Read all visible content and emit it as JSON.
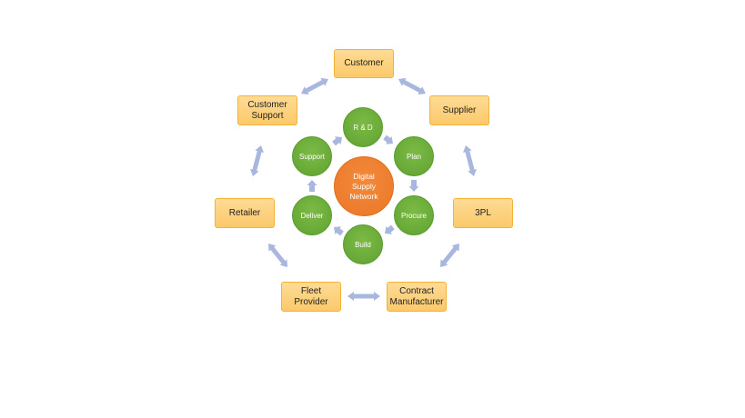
{
  "diagram": {
    "center": {
      "label": "Digital\nSupply\nNetwork",
      "color": "#ed7d31"
    },
    "inner_cycle": {
      "color": "#70ad47",
      "nodes": [
        {
          "id": "rnd",
          "label": "R & D"
        },
        {
          "id": "plan",
          "label": "Plan"
        },
        {
          "id": "procure",
          "label": "Procure"
        },
        {
          "id": "build",
          "label": "Build"
        },
        {
          "id": "deliver",
          "label": "Deliver"
        },
        {
          "id": "support",
          "label": "Support"
        }
      ],
      "flow": "clockwise"
    },
    "outer_ring": {
      "color": "#ffd27f",
      "nodes": [
        {
          "id": "customer",
          "label": "Customer"
        },
        {
          "id": "supplier",
          "label": "Supplier"
        },
        {
          "id": "3pl",
          "label": "3PL"
        },
        {
          "id": "contract-manufacturer",
          "label": "Contract\nManufacturer"
        },
        {
          "id": "fleet-provider",
          "label": "Fleet Provider"
        },
        {
          "id": "retailer",
          "label": "Retailer"
        },
        {
          "id": "customer-support",
          "label": "Customer\nSupport"
        }
      ],
      "connections": [
        [
          "customer",
          "supplier"
        ],
        [
          "supplier",
          "3pl"
        ],
        [
          "3pl",
          "contract-manufacturer"
        ],
        [
          "contract-manufacturer",
          "fleet-provider"
        ],
        [
          "fleet-provider",
          "retailer"
        ],
        [
          "retailer",
          "customer-support"
        ],
        [
          "customer-support",
          "customer"
        ]
      ],
      "connection_type": "bidirectional"
    },
    "arrow_color": "#a9b7df"
  }
}
